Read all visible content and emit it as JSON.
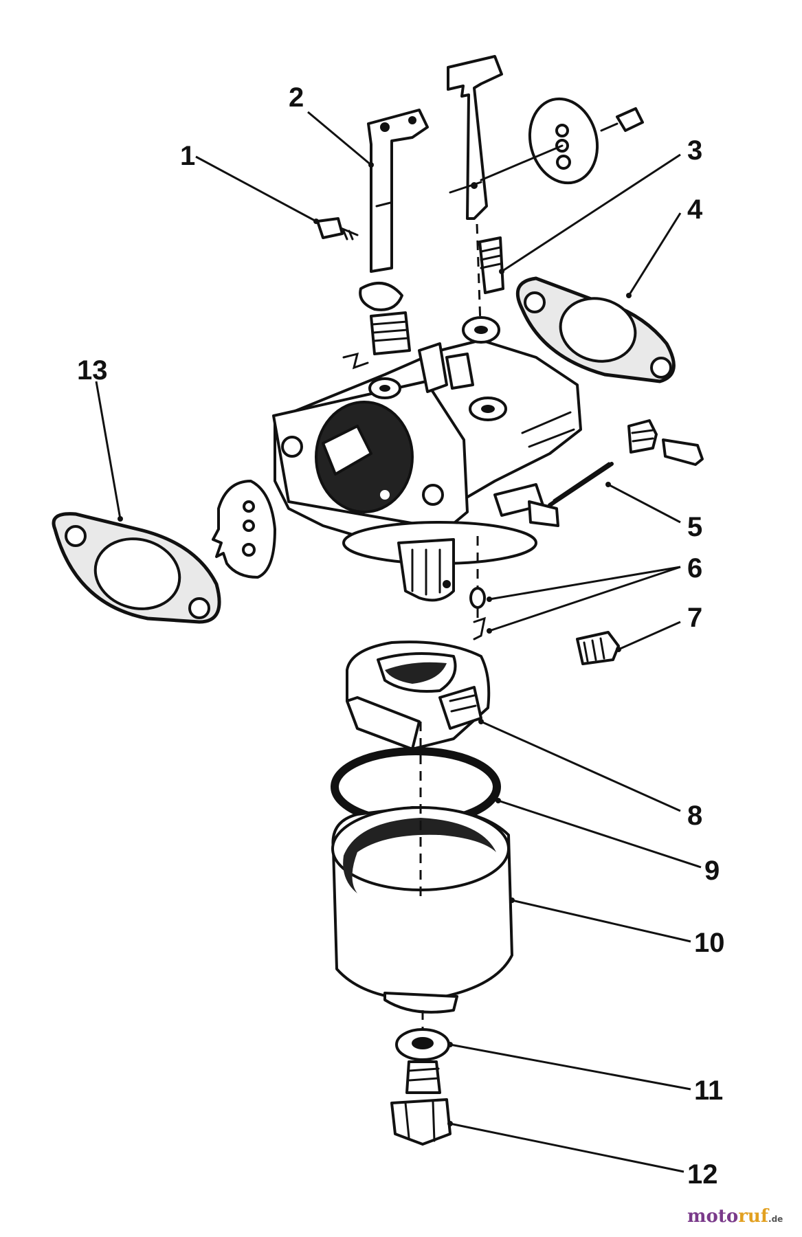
{
  "callouts": [
    {
      "id": "1",
      "label": "1"
    },
    {
      "id": "2",
      "label": "2"
    },
    {
      "id": "3",
      "label": "3"
    },
    {
      "id": "4",
      "label": "4"
    },
    {
      "id": "5",
      "label": "5"
    },
    {
      "id": "6",
      "label": "6"
    },
    {
      "id": "7",
      "label": "7"
    },
    {
      "id": "8",
      "label": "8"
    },
    {
      "id": "9",
      "label": "9"
    },
    {
      "id": "10",
      "label": "10"
    },
    {
      "id": "11",
      "label": "11"
    },
    {
      "id": "12",
      "label": "12"
    },
    {
      "id": "13",
      "label": "13"
    }
  ],
  "watermark": {
    "text_part1": "moto",
    "text_part2": "ruf",
    "suffix": ".de",
    "colors": {
      "part1": "#7a3a8a",
      "part2": "#e2a020",
      "suffix": "#555555"
    }
  },
  "colors": {
    "ink": "#111111",
    "background": "#ffffff",
    "gasket_fill": "#e9e9e9"
  }
}
